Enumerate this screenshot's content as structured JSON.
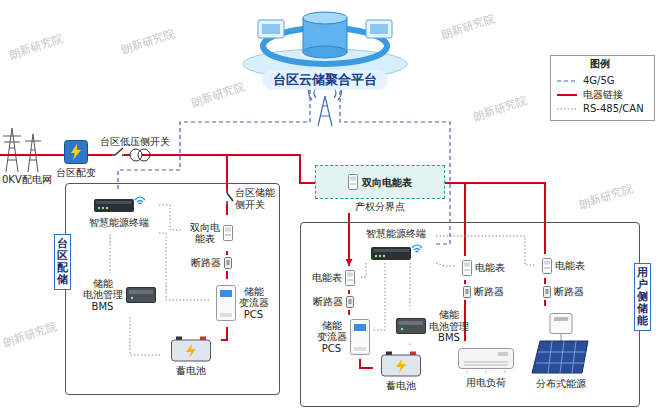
{
  "diagram": {
    "nodes": [
      {
        "text": [
          "台区云储聚合平台"
        ]
      },
      {
        "text": [
          "台区配储"
        ]
      },
      {
        "text": [
          "智慧能源终端"
        ],
        "in": 1
      },
      {
        "text": [
          "双向电 能表"
        ],
        "in": 1
      },
      {
        "text": [
          "断路器"
        ],
        "in": 1
      },
      {
        "text": [
          "储能 电池管理 BMS"
        ],
        "in": 1
      },
      {
        "text": [
          "储能 变流器 PCS"
        ],
        "in": 1
      },
      {
        "text": [
          "蓄电池"
        ],
        "in": 1
      },
      {
        "text": [
          "双向电能表",
          "产权分界点"
        ]
      },
      {
        "text": [
          "用户侧储能"
        ]
      },
      {
        "text": [
          "智慧能源终端"
        ],
        "in": 9
      },
      {
        "text": [
          "电能表"
        ],
        "in": 9
      },
      {
        "text": [
          "断路器"
        ],
        "in": 9
      },
      {
        "text": [
          "储能 变流器 PCS"
        ],
        "in": 9
      },
      {
        "text": [
          "蓄电池"
        ],
        "in": 9
      },
      {
        "text": [
          "储能 电池管理 BMS"
        ],
        "in": 9
      },
      {
        "text": [
          "电能表"
        ],
        "in": 9
      },
      {
        "text": [
          "断路器"
        ],
        "in": 9
      },
      {
        "text": [
          "用电负荷"
        ],
        "in": 9
      },
      {
        "text": [
          "电能表"
        ],
        "in": 9
      },
      {
        "text": [
          "断路器"
        ],
        "in": 9
      },
      {
        "text": [
          "分布式能源"
        ],
        "in": 9
      },
      {
        "text": [
          "台区配变"
        ]
      }
    ],
    "edges": [
      {
        "from": 2,
        "to": 0,
        "arrow": "none"
      },
      {
        "from": 10,
        "to": 0,
        "arrow": "none"
      },
      {
        "from": 22,
        "to": 8,
        "arrow": "none"
      },
      {
        "from": 22,
        "to": 3,
        "arrow": "none"
      },
      {
        "from": 3,
        "to": 4,
        "arrow": "none"
      },
      {
        "from": 4,
        "to": 6,
        "arrow": "none"
      },
      {
        "from": 6,
        "to": 7,
        "arrow": "none"
      },
      {
        "from": 2,
        "to": 3,
        "arrow": "none"
      },
      {
        "from": 2,
        "to": 5,
        "arrow": "none"
      },
      {
        "from": 2,
        "to": 6,
        "arrow": "none"
      },
      {
        "from": 5,
        "to": 7,
        "arrow": "none"
      },
      {
        "from": 8,
        "to": 11,
        "arrow": "to"
      },
      {
        "from": 8,
        "to": 16,
        "arrow": "none"
      },
      {
        "from": 8,
        "to": 19,
        "arrow": "none"
      },
      {
        "from": 11,
        "to": 12,
        "arrow": "none"
      },
      {
        "from": 12,
        "to": 13,
        "arrow": "none"
      },
      {
        "from": 13,
        "to": 14,
        "arrow": "none"
      },
      {
        "from": 16,
        "to": 17,
        "arrow": "none"
      },
      {
        "from": 17,
        "to": 18,
        "arrow": "none"
      },
      {
        "from": 19,
        "to": 20,
        "arrow": "none"
      },
      {
        "from": 20,
        "to": 21,
        "arrow": "none"
      },
      {
        "from": 10,
        "to": 11,
        "arrow": "none"
      },
      {
        "from": 10,
        "to": 15,
        "arrow": "none"
      },
      {
        "from": 10,
        "to": 16,
        "arrow": "none"
      },
      {
        "from": 10,
        "to": 19,
        "arrow": "none"
      },
      {
        "from": 15,
        "to": 14,
        "arrow": "none"
      },
      {
        "from": 10,
        "to": 13,
        "arrow": "none"
      }
    ],
    "labels": [
      "0KV配电网",
      "台区低压侧开关",
      "台区储能 侧开关",
      "图例",
      "朗新研究院",
      "朗新研究院",
      "朗新研究院",
      "朗新研究院",
      "朗新研究院",
      "朗新研究院",
      "朗新研究院"
    ],
    "legend": [
      {
        "text": "4G/5G"
      },
      {
        "text": "电器链接"
      },
      {
        "text": "RS-485/CAN"
      }
    ]
  }
}
